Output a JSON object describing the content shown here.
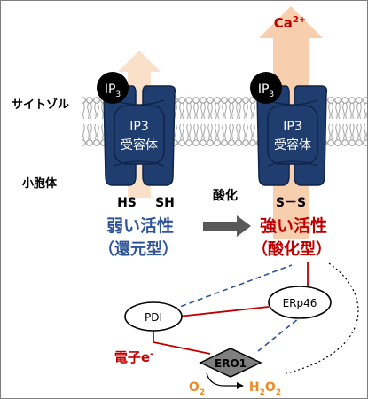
{
  "colors": {
    "receptor_fill": "#1f3d6e",
    "receptor_edge": "#0f2447",
    "arrow_fill": "#f8cfae",
    "weak_text": "#2f5597",
    "strong_text": "#c00000",
    "electron_line": "#c00000",
    "dash_line": "#2f5597",
    "o2_text": "#f08a24",
    "process_arrow": "#595959"
  },
  "labels": {
    "cytosol": "サイトゾル",
    "er_lumen": "小胞体",
    "ip3_left": "IP",
    "ip3_left_sub": "3",
    "ip3_right": "IP",
    "ip3_right_sub": "3",
    "receptor_left_line1": "IP3",
    "receptor_left_line2": "受容体",
    "receptor_right_line1": "IP3",
    "receptor_right_line2": "受容体",
    "ca": "Ca",
    "ca_sup": "2+",
    "thiol_left_a": "HS",
    "thiol_left_b": "SH",
    "disulfide": "S－S",
    "oxidation": "酸化",
    "weak_activity": "弱い活性",
    "reduced_form": "（還元型）",
    "strong_activity": "強い活性",
    "oxidized_form": "（酸化型）",
    "pdi": "PDI",
    "erp46": "ERp46",
    "ero1": "ERO1",
    "electron": "電子e",
    "electron_sup": "-",
    "o2": "O",
    "o2_sub": "2",
    "h2o2_h": "H",
    "h2o2_sub1": "2",
    "h2o2_o": "O",
    "h2o2_sub2": "2"
  }
}
